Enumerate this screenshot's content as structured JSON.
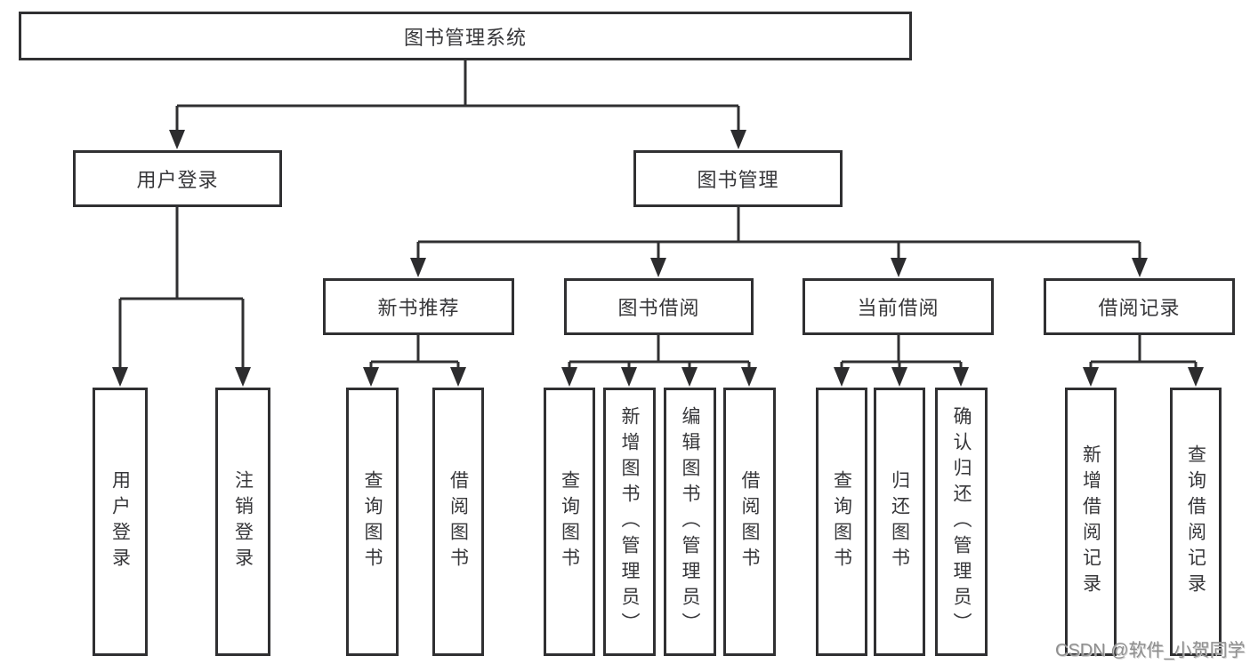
{
  "diagram": {
    "root": {
      "label": "图书管理系统"
    },
    "branches": [
      {
        "label": "用户登录",
        "children": [
          {
            "label": "用户登录"
          },
          {
            "label": "注销登录"
          }
        ]
      },
      {
        "label": "图书管理",
        "children": [
          {
            "label": "新书推荐",
            "children": [
              {
                "label": "查询图书"
              },
              {
                "label": "借阅图书"
              }
            ]
          },
          {
            "label": "图书借阅",
            "children": [
              {
                "label": "查询图书"
              },
              {
                "label": "新增图书（管理员）"
              },
              {
                "label": "编辑图书（管理员）"
              },
              {
                "label": "借阅图书"
              }
            ]
          },
          {
            "label": "当前借阅",
            "children": [
              {
                "label": "查询图书"
              },
              {
                "label": "归还图书"
              },
              {
                "label": "确认归还（管理员）"
              }
            ]
          },
          {
            "label": "借阅记录",
            "children": [
              {
                "label": "新增借阅记录"
              },
              {
                "label": "查询借阅记录"
              }
            ]
          }
        ]
      }
    ]
  },
  "colors": {
    "line": "#303032",
    "box_fill": "#ffffff",
    "text": "#37373a",
    "watermark": "#8f8f8f"
  },
  "watermark": {
    "text": "CSDN @软件_小贺同学"
  }
}
